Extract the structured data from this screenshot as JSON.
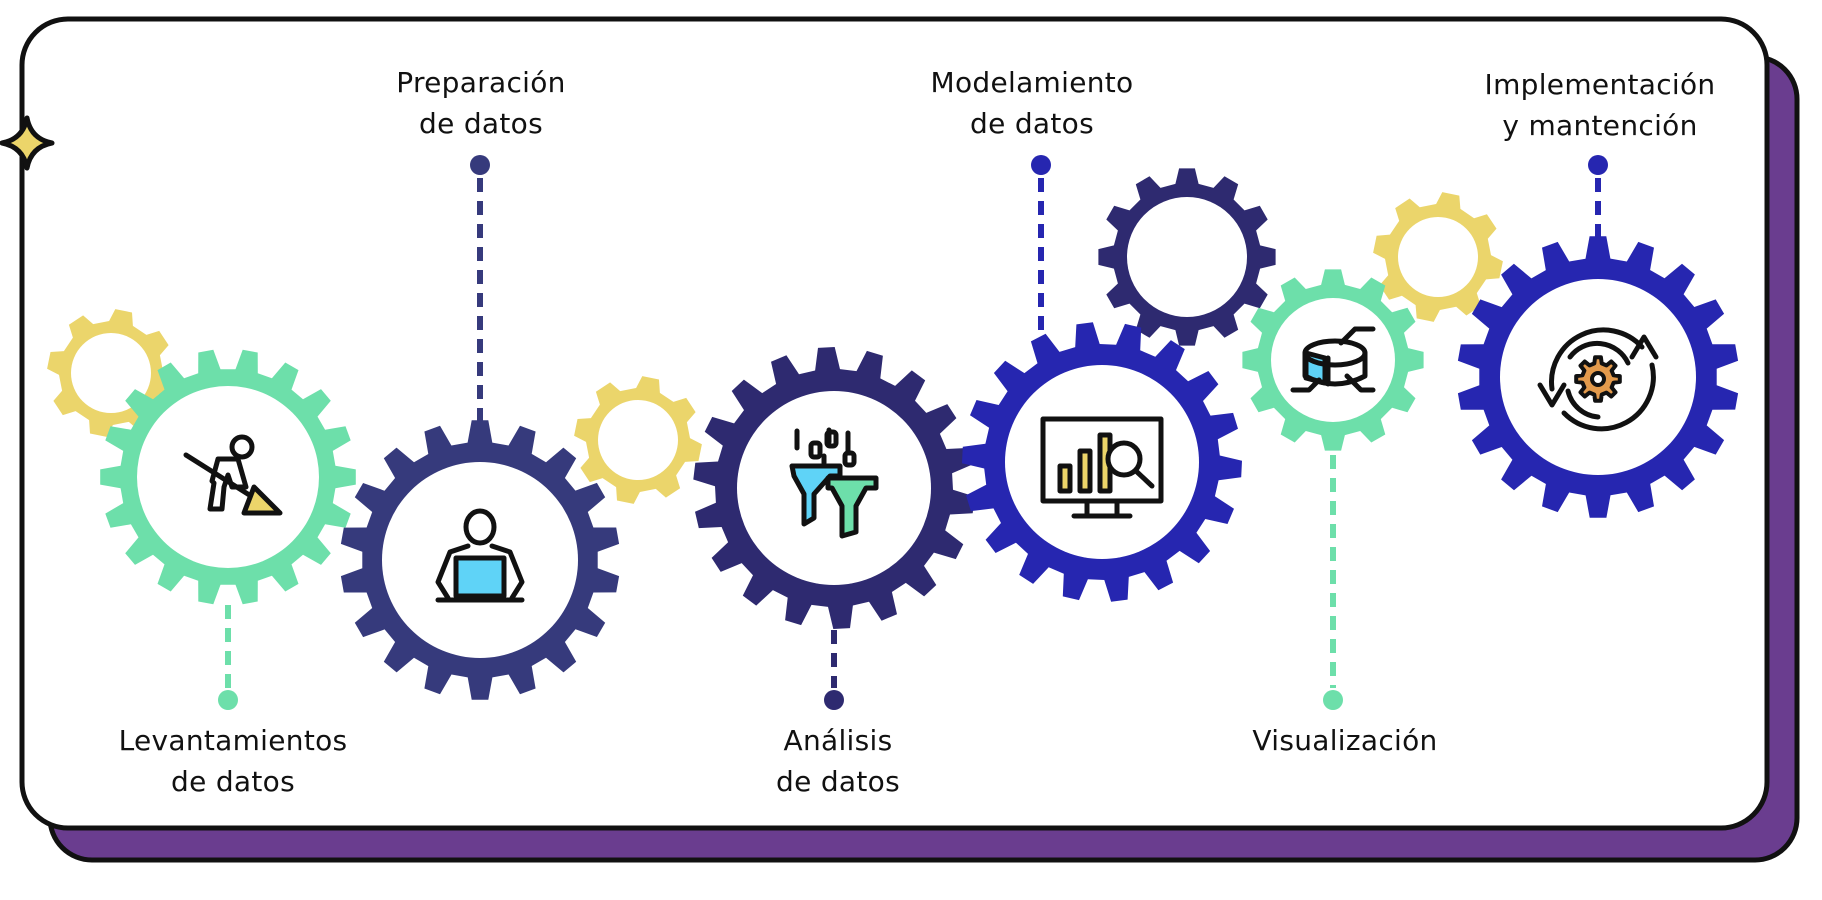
{
  "diagram": {
    "title": "Data project lifecycle gears",
    "colors": {
      "card_background": "#ffffff",
      "card_border": "#111111",
      "card_shadow": "#6a3d8f",
      "star": "#ecd56a",
      "green": "#6ddfaa",
      "navy": "#363a7c",
      "dark_indigo": "#2e2a70",
      "royal_blue": "#2626b0",
      "yellow": "#ebd56b",
      "icon_cyan": "#5fd3f7",
      "icon_orange": "#e39a4c"
    },
    "steps": [
      {
        "id": "levantamiento",
        "line1": "Levantamientos",
        "line2": "de datos",
        "color": "#6ddfaa",
        "icon": "worker-shovel-icon",
        "position": "bottom"
      },
      {
        "id": "preparacion",
        "line1": "Preparación",
        "line2": "de datos",
        "color": "#363a7c",
        "icon": "person-laptop-icon",
        "position": "top"
      },
      {
        "id": "analisis",
        "line1": "Análisis",
        "line2": "de datos",
        "color": "#2e2a70",
        "icon": "data-funnel-icon",
        "position": "bottom"
      },
      {
        "id": "modelamiento",
        "line1": "Modelamiento",
        "line2": "de datos",
        "color": "#2626b0",
        "icon": "monitor-chart-search-icon",
        "position": "top"
      },
      {
        "id": "visualizacion",
        "line1": "Visualización",
        "line2": "",
        "color": "#6ddfaa",
        "icon": "database-pie-icon",
        "position": "bottom"
      },
      {
        "id": "implementacion",
        "line1": "Implementación",
        "line2": "y mantención",
        "color": "#2626b0",
        "icon": "gear-refresh-icon",
        "position": "top"
      }
    ],
    "decorative_gears": [
      {
        "name": "yellow-gear-left",
        "color": "#ebd56b"
      },
      {
        "name": "yellow-gear-middle",
        "color": "#ebd56b"
      },
      {
        "name": "indigo-gear-top",
        "color": "#2e2a70"
      },
      {
        "name": "yellow-gear-right",
        "color": "#ebd56b"
      }
    ]
  }
}
